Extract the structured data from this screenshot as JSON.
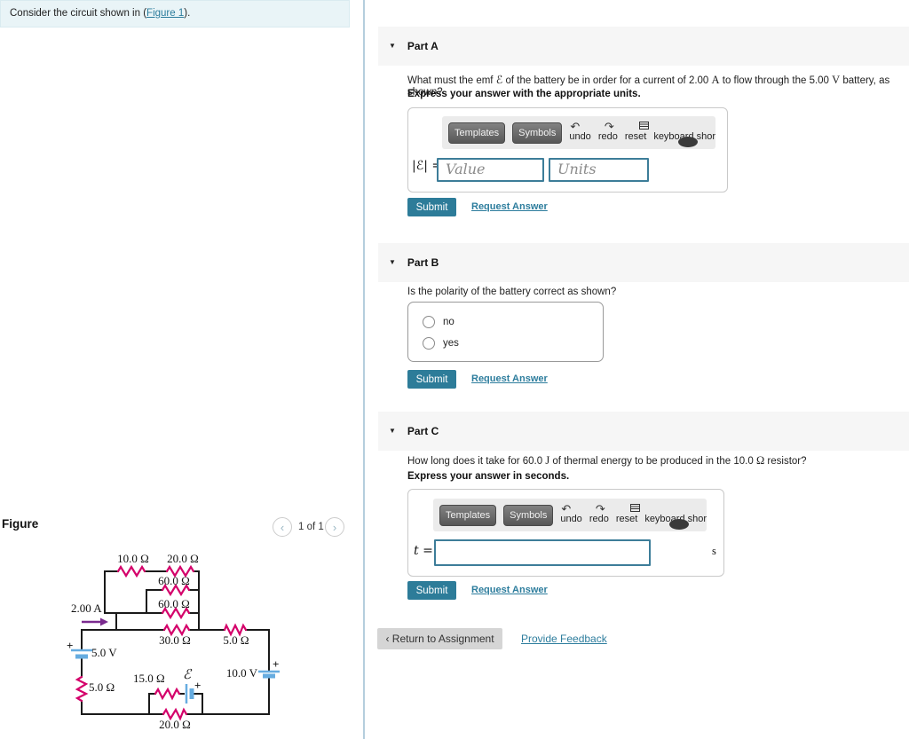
{
  "colors": {
    "accent_link": "#2d7d9d",
    "submit_bg": "#2d7c99",
    "input_border": "#3d7d99",
    "resistor": "#d4006a",
    "battery": "#66ace0",
    "current_arrow": "#7b2b8f",
    "header_bg": "#f6f6f6",
    "intro_bg": "#e9f4f7",
    "divider": "#b5cedd"
  },
  "icons": {
    "collapse": "▼",
    "chevron_left": "‹",
    "chevron_right": "›",
    "undo": "↶",
    "redo": "↷",
    "return_chevron": "‹"
  },
  "intro": {
    "prefix": "Consider the circuit shown in (",
    "link": "Figure 1",
    "suffix": ")."
  },
  "figure": {
    "title": "Figure",
    "pagination": "1 of 1",
    "circuit_labels": {
      "r10": "10.0 Ω",
      "r20": "20.0 Ω",
      "r60a": "60.0 Ω",
      "r60b": "60.0 Ω",
      "current": "2.00 A",
      "r30": "30.0 Ω",
      "r5mid": "5.0 Ω",
      "v5": "5.0 V",
      "plus5": "+",
      "r5left": "5.0 Ω",
      "r15": "15.0 Ω",
      "emf": "ℰ",
      "plus_emf": "+",
      "v10": "10.0 V",
      "plus10": "+",
      "r20b": "20.0 Ω"
    }
  },
  "toolbar": {
    "templates": "Templates",
    "symbols": "Symbols",
    "items": [
      "undo",
      "redo",
      "reset",
      "keyboard shortcuts",
      "help"
    ]
  },
  "parts": [
    {
      "title": "Part A",
      "q": [
        "What must the emf ",
        "ℰ",
        " of the battery be in order for a current of 2.00 ",
        "A",
        " to flow through the 5.00 ",
        "V",
        " battery, as shown?"
      ],
      "express": "Express your answer with the appropriate units.",
      "answer_label": "|ℰ| =",
      "value_placeholder": "Value",
      "units_placeholder": "Units",
      "submit": "Submit",
      "request": "Request Answer"
    },
    {
      "title": "Part B",
      "q": [
        "Is the polarity of the battery correct as shown?"
      ],
      "options": [
        "no",
        "yes"
      ],
      "submit": "Submit",
      "request": "Request Answer"
    },
    {
      "title": "Part C",
      "q": [
        "How long does it take for 60.0 ",
        "J",
        " of thermal energy to be produced in the 10.0 ",
        "Ω",
        " resistor?"
      ],
      "express": "Express your answer in seconds.",
      "answer_label": "t =",
      "unit_suffix": "s",
      "submit": "Submit",
      "request": "Request Answer"
    }
  ],
  "footer": {
    "return_label": "Return to Assignment",
    "feedback": "Provide Feedback"
  }
}
